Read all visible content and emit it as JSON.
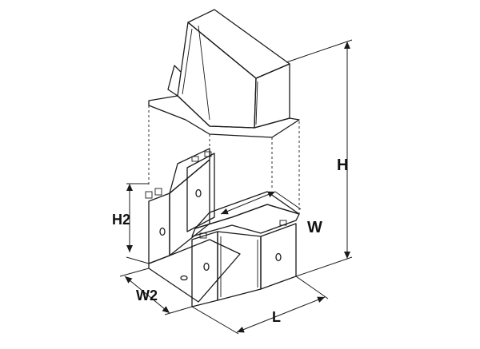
{
  "dimensions": {
    "height_label": "H",
    "height_small_label": "H2",
    "width_label": "W",
    "width_small_label": "W2",
    "length_label": "L"
  },
  "colors": {
    "line": "#1a1a1a",
    "face_light": "#f2f2f2",
    "face_mid": "#dcdcdc",
    "face_dark": "#c4c4c4",
    "background": "#ffffff"
  }
}
